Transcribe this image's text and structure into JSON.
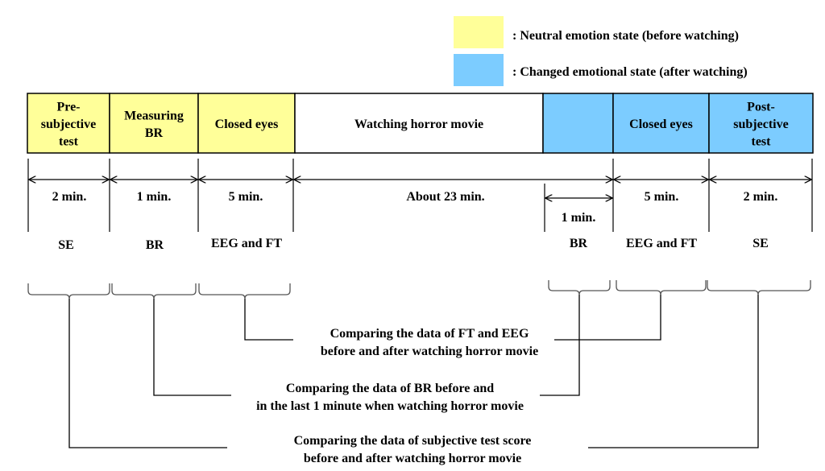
{
  "legend": [
    {
      "label": ": Neutral emotion state (before watching)",
      "color": "#FFFF99"
    },
    {
      "label": ": Changed emotional state (after watching)",
      "color": "#7CCCFF"
    }
  ],
  "segments": [
    {
      "id": "pre-subjective-test",
      "lines": [
        "Pre-",
        "subjective",
        "test"
      ],
      "color": "#FFFF99"
    },
    {
      "id": "measuring-br",
      "lines": [
        "Measuring",
        "BR"
      ],
      "color": "#FFFF99"
    },
    {
      "id": "closed-eyes-before",
      "lines": [
        "Closed eyes"
      ],
      "color": "#FFFF99"
    },
    {
      "id": "watching-horror-movie",
      "lines": [
        "Watching horror movie"
      ],
      "color": "#FFFFFF"
    },
    {
      "id": "last-minute",
      "lines": [],
      "color": "#7CCCFF"
    },
    {
      "id": "closed-eyes-after",
      "lines": [
        "Closed eyes"
      ],
      "color": "#7CCCFF"
    },
    {
      "id": "post-subjective-test",
      "lines": [
        "Post-",
        "subjective",
        "test"
      ],
      "color": "#7CCCFF"
    }
  ],
  "durations": [
    {
      "id": "pre-test",
      "label": "2 min."
    },
    {
      "id": "measuring-br",
      "label": "1 min."
    },
    {
      "id": "closed-eyes-before",
      "label": "5 min."
    },
    {
      "id": "watching",
      "label": "About 23 min."
    },
    {
      "id": "last-minute",
      "label": "1 min."
    },
    {
      "id": "closed-eyes-after",
      "label": "5 min."
    },
    {
      "id": "post-test",
      "label": "2 min."
    }
  ],
  "measures": [
    {
      "id": "pre-test",
      "label": "SE"
    },
    {
      "id": "measuring-br",
      "label": "BR"
    },
    {
      "id": "closed-eyes-before",
      "label": "EEG and FT"
    },
    {
      "id": "last-minute",
      "label": "BR"
    },
    {
      "id": "closed-eyes-after",
      "label": "EEG and FT"
    },
    {
      "id": "post-test",
      "label": "SE"
    }
  ],
  "comparisons": [
    {
      "id": "ft-eeg",
      "lines": [
        "Comparing the data of FT and EEG",
        "before and after watching horror movie"
      ]
    },
    {
      "id": "br",
      "lines": [
        "Comparing the data of BR before and",
        "in the last 1 minute when watching horror movie"
      ]
    },
    {
      "id": "subjective",
      "lines": [
        "Comparing the data of subjective test score",
        "before and after watching horror movie"
      ]
    }
  ]
}
